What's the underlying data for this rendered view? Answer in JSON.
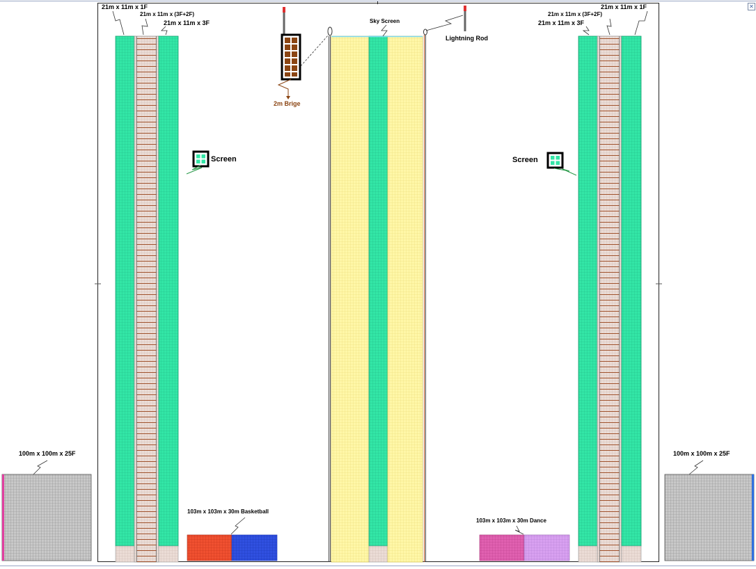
{
  "labels": {
    "left_tower_1f": "21m x 11m x 1F",
    "left_tower_mid": "21m x 11m x (3F+2F)",
    "left_tower_3f": "21m x 11m x 3F",
    "right_tower_1f": "21m x 11m x 1F",
    "right_tower_mid": "21m x 11m x (3F+2F)",
    "right_tower_3f": "21m x 11m x 3F",
    "bridge": "2m Brige",
    "sky_screen": "Sky Screen",
    "lightning_rod": "Lightning Rod",
    "screen_left": "Screen",
    "screen_right": "Screen",
    "block_left": "100m x 100m x 25F",
    "block_right": "100m x 100m x 25F",
    "basketball": "103m x 103m x 30m Basketball",
    "dance": "103m x 103m x 30m  Dance"
  },
  "colors": {
    "green": "#33e6a6",
    "yellow": "#fff7a8",
    "beige": "#ead9d0",
    "brown": "#8b4513",
    "red": "#f05030",
    "blue": "#3050e0",
    "pink": "#e060b0",
    "lilac": "#d8a0f0",
    "gray": "#c4c4c4"
  },
  "window": {
    "close_icon": "close-icon"
  }
}
